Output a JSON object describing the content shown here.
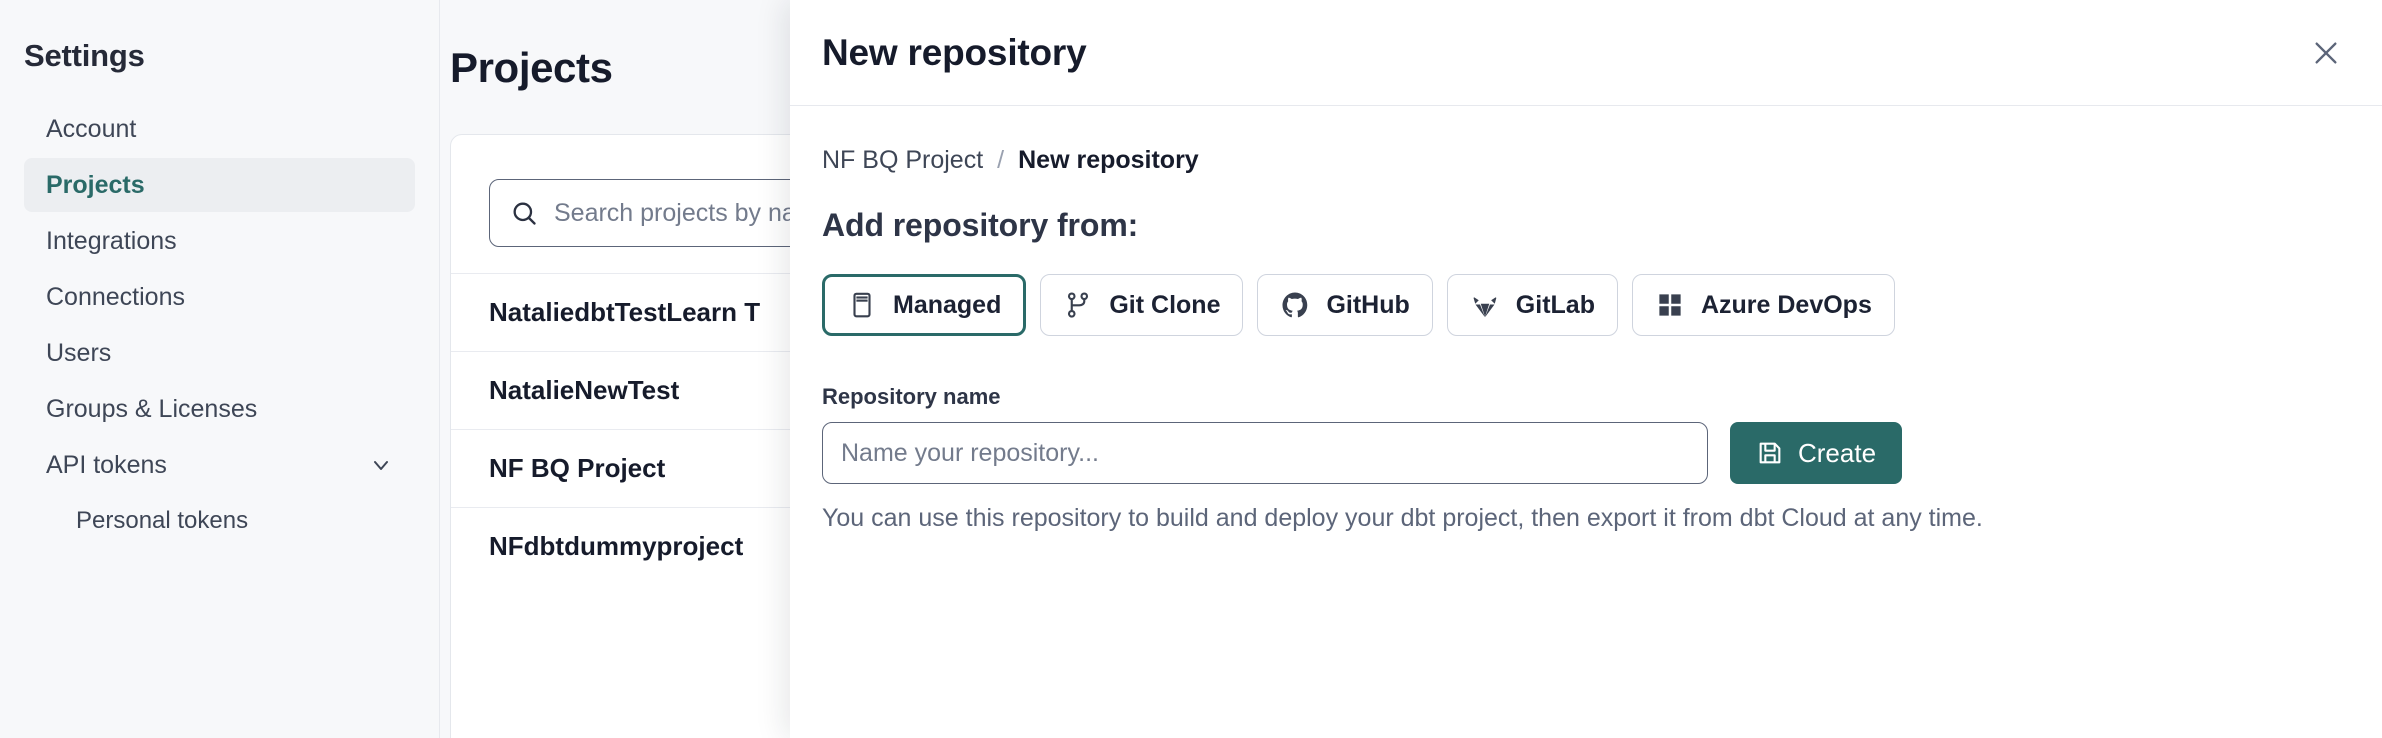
{
  "sidebar": {
    "title": "Settings",
    "items": [
      {
        "label": "Account",
        "active": false,
        "sub": false,
        "chevron": false
      },
      {
        "label": "Projects",
        "active": true,
        "sub": false,
        "chevron": false
      },
      {
        "label": "Integrations",
        "active": false,
        "sub": false,
        "chevron": false
      },
      {
        "label": "Connections",
        "active": false,
        "sub": false,
        "chevron": false
      },
      {
        "label": "Users",
        "active": false,
        "sub": false,
        "chevron": false
      },
      {
        "label": "Groups & Licenses",
        "active": false,
        "sub": false,
        "chevron": false
      },
      {
        "label": "API tokens",
        "active": false,
        "sub": false,
        "chevron": true
      },
      {
        "label": "Personal tokens",
        "active": false,
        "sub": true,
        "chevron": false
      }
    ]
  },
  "main": {
    "page_title": "Projects",
    "search": {
      "placeholder": "Search projects by name",
      "value": "",
      "icon": "search-icon"
    },
    "projects": [
      "NataliedbtTestLearn T",
      "NatalieNewTest",
      "NF BQ Project",
      "NFdbtdummyproject"
    ]
  },
  "panel": {
    "title": "New repository",
    "close_icon": "close-icon",
    "breadcrumb": {
      "parent": "NF BQ Project",
      "separator": "/",
      "current": "New repository"
    },
    "section_heading": "Add repository from:",
    "providers": [
      {
        "label": "Managed",
        "icon": "database-icon",
        "selected": true
      },
      {
        "label": "Git Clone",
        "icon": "git-branch-icon",
        "selected": false
      },
      {
        "label": "GitHub",
        "icon": "github-icon",
        "selected": false
      },
      {
        "label": "GitLab",
        "icon": "gitlab-icon",
        "selected": false
      },
      {
        "label": "Azure DevOps",
        "icon": "azure-devops-icon",
        "selected": false
      }
    ],
    "repo_name": {
      "label": "Repository name",
      "placeholder": "Name your repository...",
      "value": ""
    },
    "create_button": {
      "label": "Create",
      "icon": "save-icon"
    },
    "help_text": "You can use this repository to build and deploy your dbt project, then export it from dbt Cloud at any time."
  },
  "colors": {
    "accent": "#2a6a68",
    "text": "#161b2b",
    "muted": "#5c6579",
    "border": "#e7e9ee",
    "surface": "#ffffff",
    "app_bg": "#f7f8fa"
  }
}
